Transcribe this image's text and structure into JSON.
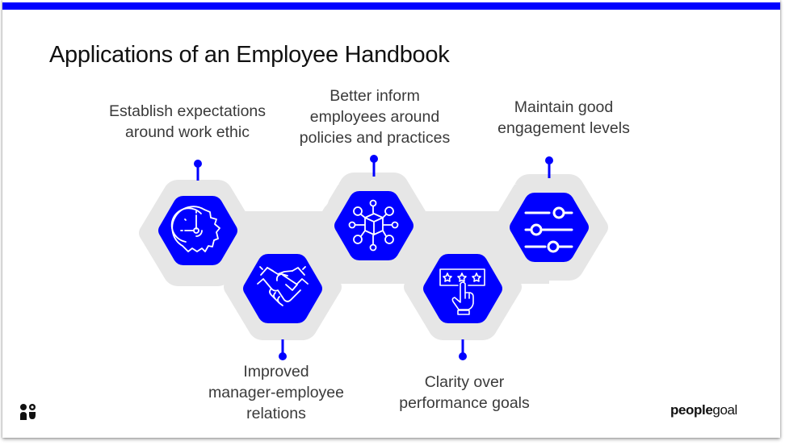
{
  "slide": {
    "title": "Applications of an Employee Handbook",
    "accent_color": "#0000ff",
    "band_color": "#e6e6e6",
    "text_color": "#3a3a3a"
  },
  "items": [
    {
      "id": 1,
      "position": "top",
      "icon": "clock-gear-icon",
      "label_line1": "Establish expectations",
      "label_line2": "around work ethic",
      "label_line3": ""
    },
    {
      "id": 2,
      "position": "bottom",
      "icon": "handshake-icon",
      "label_line1": "Improved",
      "label_line2": "manager-employee",
      "label_line3": "relations"
    },
    {
      "id": 3,
      "position": "top",
      "icon": "network-cube-icon",
      "label_line1": "Better inform",
      "label_line2": "employees around",
      "label_line3": "policies and practices"
    },
    {
      "id": 4,
      "position": "bottom",
      "icon": "star-rating-click-icon",
      "label_line1": "Clarity over",
      "label_line2": "performance goals",
      "label_line3": ""
    },
    {
      "id": 5,
      "position": "top",
      "icon": "sliders-icon",
      "label_line1": "Maintain good",
      "label_line2": "engagement levels",
      "label_line3": ""
    }
  ],
  "footer": {
    "left_logo": "peoplegoal-mark-icon",
    "brand_bold": "people",
    "brand_regular": "goal"
  }
}
